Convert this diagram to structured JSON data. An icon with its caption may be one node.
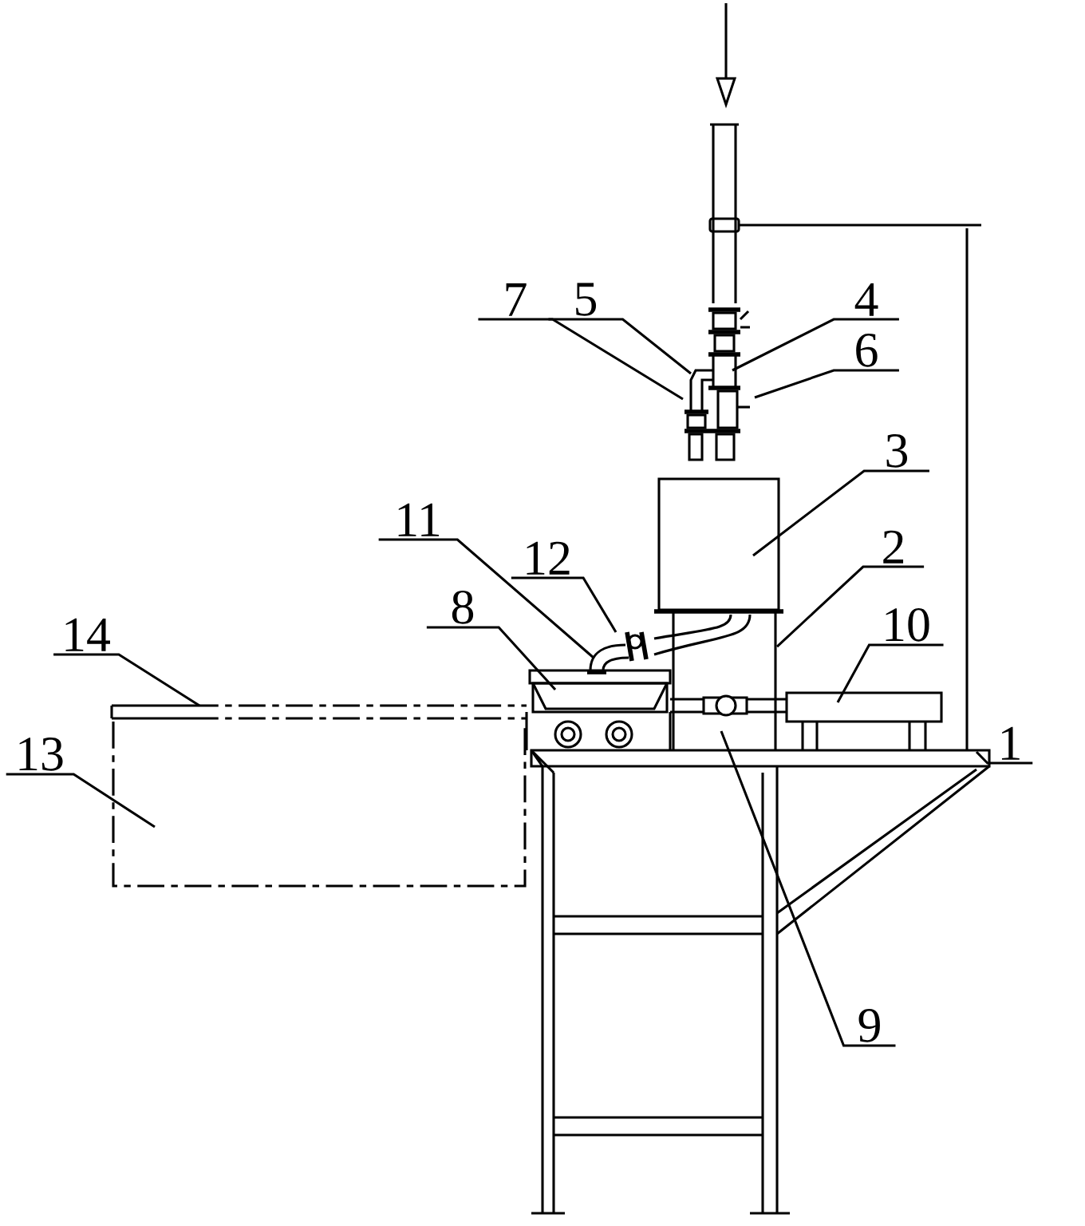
{
  "diagram": {
    "nodes": [
      {
        "text": [
          "7"
        ]
      },
      {
        "text": [
          "5"
        ]
      },
      {
        "text": [
          "4"
        ]
      },
      {
        "text": [
          "6"
        ]
      },
      {
        "text": [
          "3"
        ]
      },
      {
        "text": [
          "11"
        ]
      },
      {
        "text": [
          "2"
        ]
      },
      {
        "text": [
          "12"
        ]
      },
      {
        "text": [
          "10"
        ]
      },
      {
        "text": [
          "8"
        ]
      },
      {
        "text": [
          "14"
        ]
      },
      {
        "text": [
          "1"
        ]
      },
      {
        "text": [
          "13"
        ]
      },
      {
        "text": [
          "9"
        ]
      }
    ],
    "edges": [
      {
        "from": 0,
        "to": null,
        "arrow": "none"
      },
      {
        "from": 1,
        "to": null,
        "arrow": "none"
      },
      {
        "from": 2,
        "to": null,
        "arrow": "none"
      },
      {
        "from": 3,
        "to": null,
        "arrow": "none"
      },
      {
        "from": 4,
        "to": null,
        "arrow": "none"
      },
      {
        "from": 5,
        "to": null,
        "arrow": "none"
      },
      {
        "from": 6,
        "to": null,
        "arrow": "none"
      },
      {
        "from": 7,
        "to": null,
        "arrow": "none"
      },
      {
        "from": 8,
        "to": null,
        "arrow": "none"
      },
      {
        "from": 9,
        "to": null,
        "arrow": "none"
      },
      {
        "from": 10,
        "to": null,
        "arrow": "none"
      },
      {
        "from": 11,
        "to": null,
        "arrow": "none"
      },
      {
        "from": 12,
        "to": null,
        "arrow": "none"
      },
      {
        "from": 13,
        "to": null,
        "arrow": "none"
      }
    ]
  }
}
